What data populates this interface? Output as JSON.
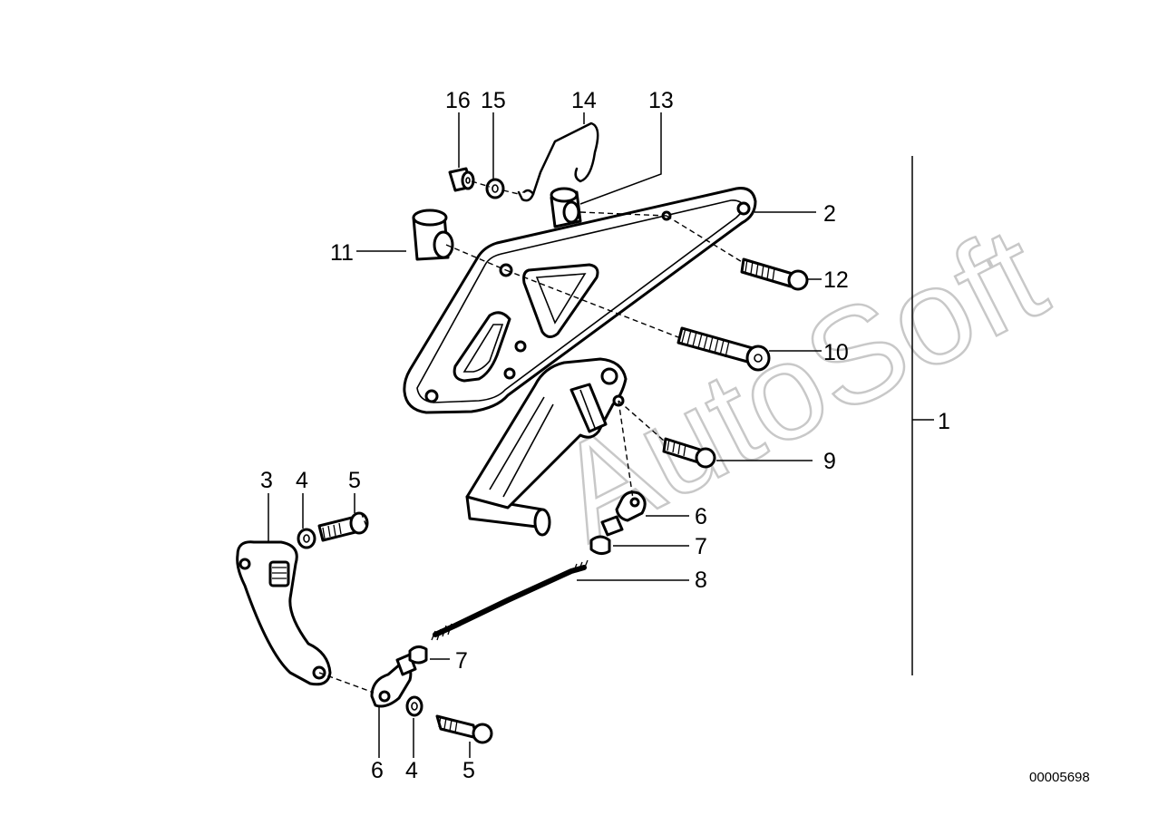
{
  "watermark": "AutoSoft",
  "reference_number": "00005698",
  "callouts": [
    "1",
    "2",
    "3",
    "4",
    "5",
    "6",
    "7",
    "8",
    "9",
    "10",
    "11",
    "12",
    "13",
    "14",
    "15",
    "16"
  ]
}
